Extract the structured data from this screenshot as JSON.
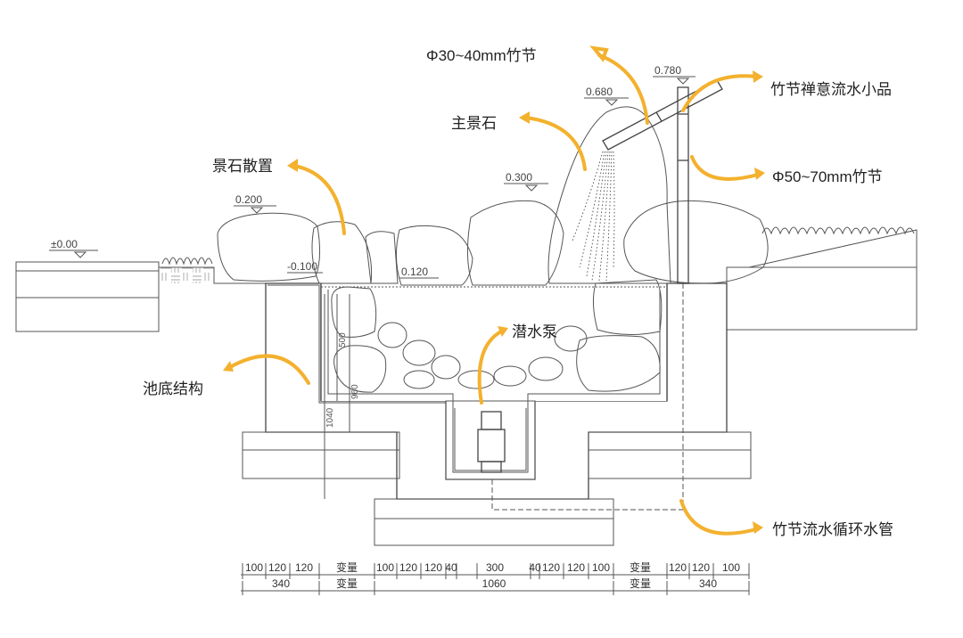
{
  "callouts": {
    "bamboo_small": "Φ30~40mm竹节",
    "bamboo_feature": "竹节禅意流水小品",
    "main_rock": "主景石",
    "bamboo_large": "Φ50~70mm竹节",
    "scattered_rocks": "景石散置",
    "pump": "潜水泵",
    "pool_base": "池底结构",
    "circulation_pipe": "竹节流水循环水管"
  },
  "levels": {
    "ground": "±0.00",
    "rock_left": "0.200",
    "rock_mid": "0.300",
    "rock_top": "0.680",
    "bamboo_top": "0.780",
    "water": "0.120",
    "pool_rim": "-0.100"
  },
  "vertical_dims": [
    "500",
    "960",
    "1040"
  ],
  "dims": {
    "top_row": [
      "100",
      "120",
      "120",
      "变量",
      "100",
      "120",
      "120",
      "40",
      "300",
      "40",
      "120",
      "120",
      "100",
      "变量",
      "120",
      "120",
      "100"
    ],
    "bottom_row": [
      "340",
      "变量",
      "1060",
      "变量",
      "340"
    ]
  },
  "colors": {
    "arrow": "#f3b12e",
    "line": "#555555",
    "background": "#ffffff"
  }
}
